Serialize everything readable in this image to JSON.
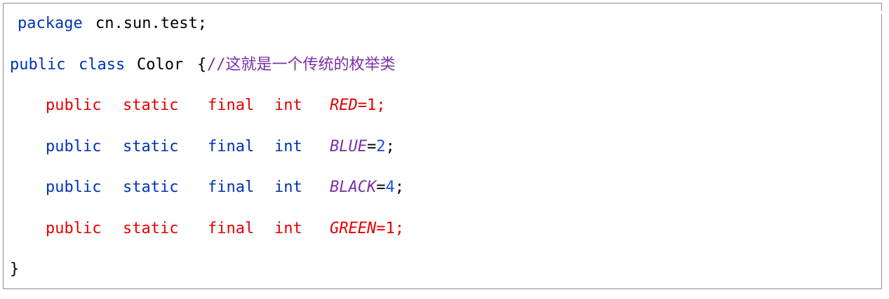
{
  "colors": {
    "keyword": "#0033b3",
    "plain": "#000000",
    "comment": "#7b2fa6",
    "field": "#7b2fa6",
    "number": "#1750eb",
    "highlight_red": "#e50000"
  },
  "code": {
    "package_line": {
      "keyword": "package",
      "name": "cn.sun.test;"
    },
    "class_line": {
      "kw_public": "public",
      "kw_class": "class",
      "class_name": "Color",
      "brace": "{",
      "comment": "//这就是一个传统的枚举类"
    },
    "fields": [
      {
        "public": "public",
        "static": "static",
        "final": "final",
        "type": "int",
        "name": "RED",
        "assign": "=",
        "value": "1",
        "semi": ";",
        "highlight": "red"
      },
      {
        "public": "public",
        "static": "static",
        "final": "final",
        "type": "int",
        "name": "BLUE",
        "assign": "=",
        "value": "2",
        "semi": ";",
        "highlight": "none"
      },
      {
        "public": "public",
        "static": "static",
        "final": "final",
        "type": "int",
        "name": "BLACK",
        "assign": "=",
        "value": "4",
        "semi": ";",
        "highlight": "none"
      },
      {
        "public": "public",
        "static": "static",
        "final": "final",
        "type": "int",
        "name": "GREEN",
        "assign": "=",
        "value": "1",
        "semi": ";",
        "highlight": "red"
      }
    ],
    "closing_brace": "}"
  }
}
